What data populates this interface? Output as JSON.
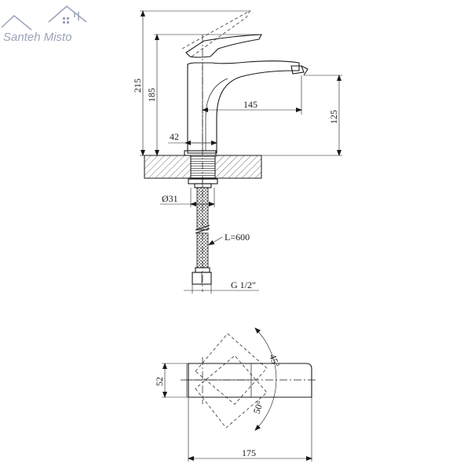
{
  "logo": {
    "name": "Santeh Misto",
    "color": "#9aa3b8"
  },
  "dimensions": {
    "total_height": "215",
    "body_height": "185",
    "spout_reach": "145",
    "outlet_height": "125",
    "base_width": "42",
    "thread_diameter": "Ø31",
    "hose_length": "L=600",
    "connection": "G 1/2\"",
    "depth": "52",
    "length": "175",
    "rotation_up": "45°",
    "rotation_down": "50°"
  }
}
